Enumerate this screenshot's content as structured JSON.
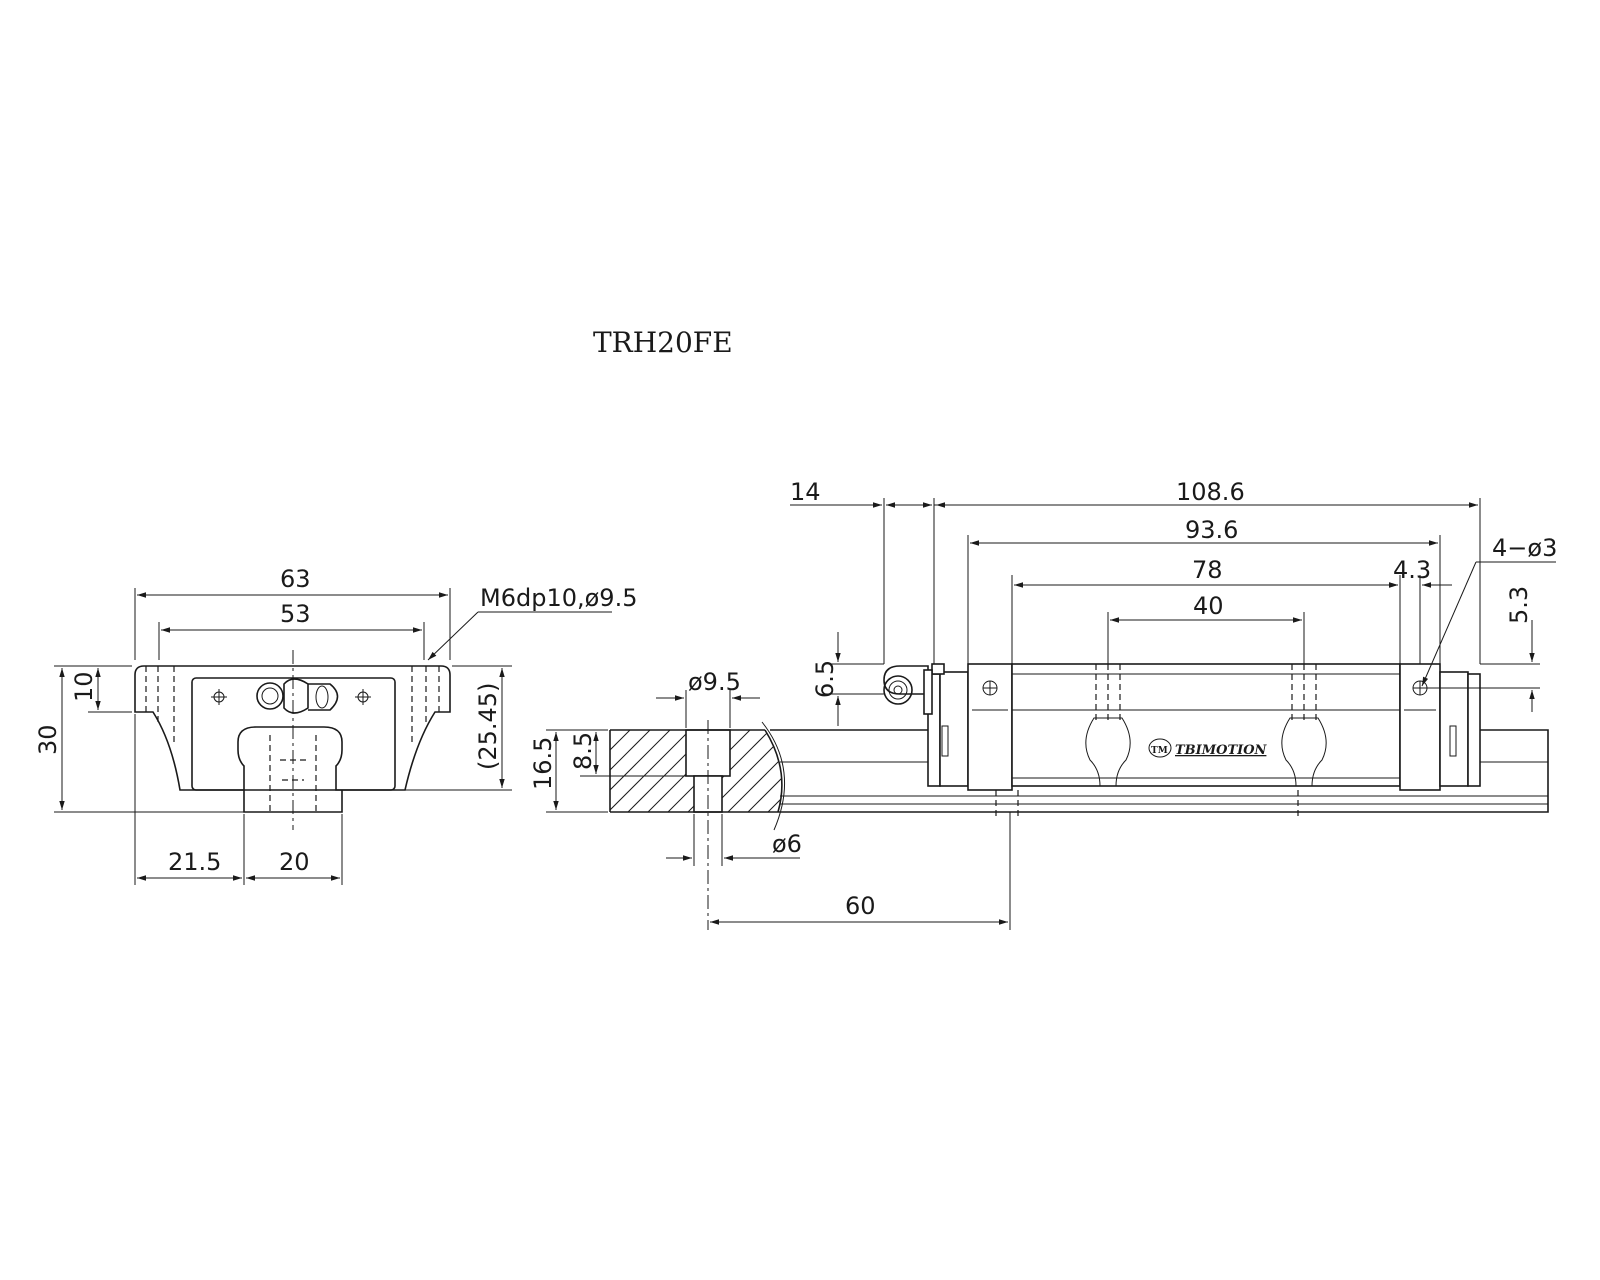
{
  "title": "TRH20FE",
  "logo_text": "TBIMOTION",
  "front_view": {
    "dims": {
      "width_63": "63",
      "width_53": "53",
      "callout_thread": "M6dp10,ø9.5",
      "height_10": "10",
      "height_30": "30",
      "height_25_45": "(25.45)",
      "offset_21_5": "21.5",
      "rail_20": "20"
    }
  },
  "rail_section": {
    "dims": {
      "bore_9_5": "ø9.5",
      "depth_8_5": "8.5",
      "height_16_5": "16.5",
      "hole_6": "ø6",
      "pitch_60": "60"
    }
  },
  "side_view": {
    "dims": {
      "nipple_14": "14",
      "length_108_6": "108.6",
      "length_93_6": "93.6",
      "length_78": "78",
      "offset_4_3": "4.3",
      "holes_4_3": "4−ø3",
      "spacing_40": "40",
      "height_5_3": "5.3",
      "height_6_5": "6.5"
    }
  }
}
